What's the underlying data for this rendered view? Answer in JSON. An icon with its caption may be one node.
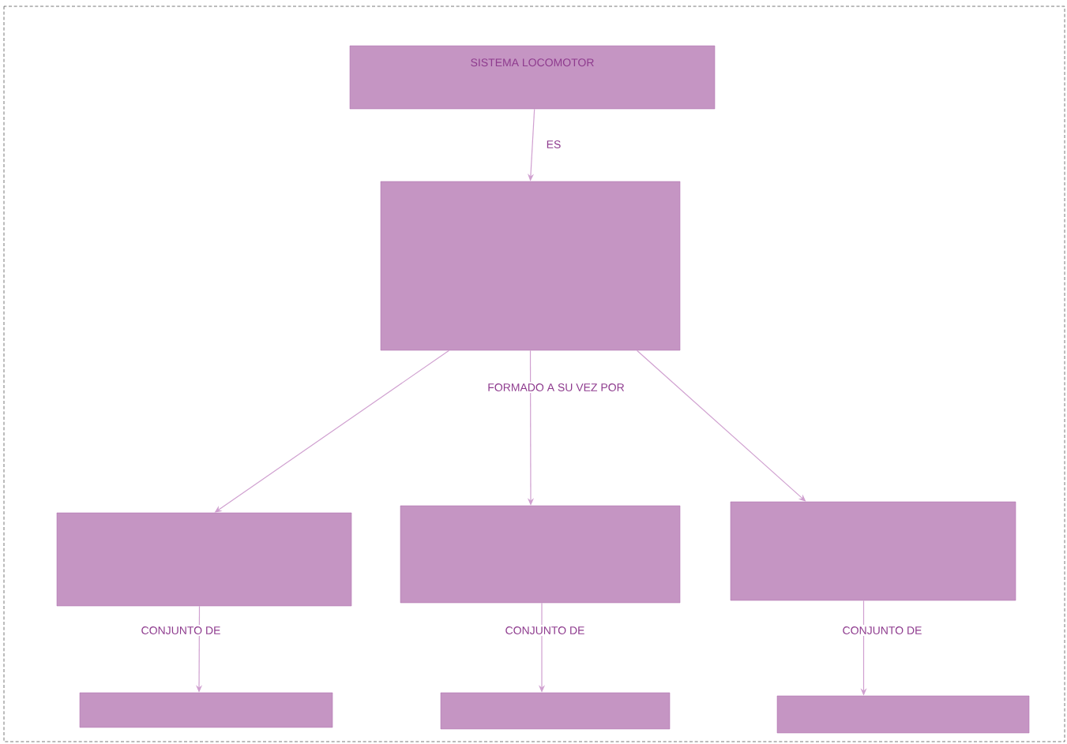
{
  "diagram": {
    "nodes": [
      {
        "text": [
          "SISTEMA LOCOMOTOR"
        ]
      },
      {
        "text": [],
        "shape": "box"
      },
      {
        "text": [],
        "shape": "box"
      },
      {
        "text": [],
        "shape": "box"
      },
      {
        "text": [],
        "shape": "box"
      },
      {
        "text": [],
        "shape": "box"
      },
      {
        "text": [],
        "shape": "box"
      },
      {
        "text": [],
        "shape": "box"
      }
    ],
    "edges": [
      {
        "from": 0,
        "to": 1,
        "arrow": "to",
        "label": "ES"
      },
      {
        "from": 1,
        "to": 2,
        "arrow": "to"
      },
      {
        "from": 1,
        "to": 3,
        "arrow": "to",
        "label": "FORMADO A SU VEZ POR"
      },
      {
        "from": 1,
        "to": 4,
        "arrow": "to"
      },
      {
        "from": 2,
        "to": 5,
        "arrow": "to",
        "label": "CONJUNTO DE"
      },
      {
        "from": 3,
        "to": 6,
        "arrow": "to",
        "label": "CONJUNTO DE"
      },
      {
        "from": 4,
        "to": 7,
        "arrow": "to",
        "label": "CONJUNTO DE"
      }
    ]
  }
}
